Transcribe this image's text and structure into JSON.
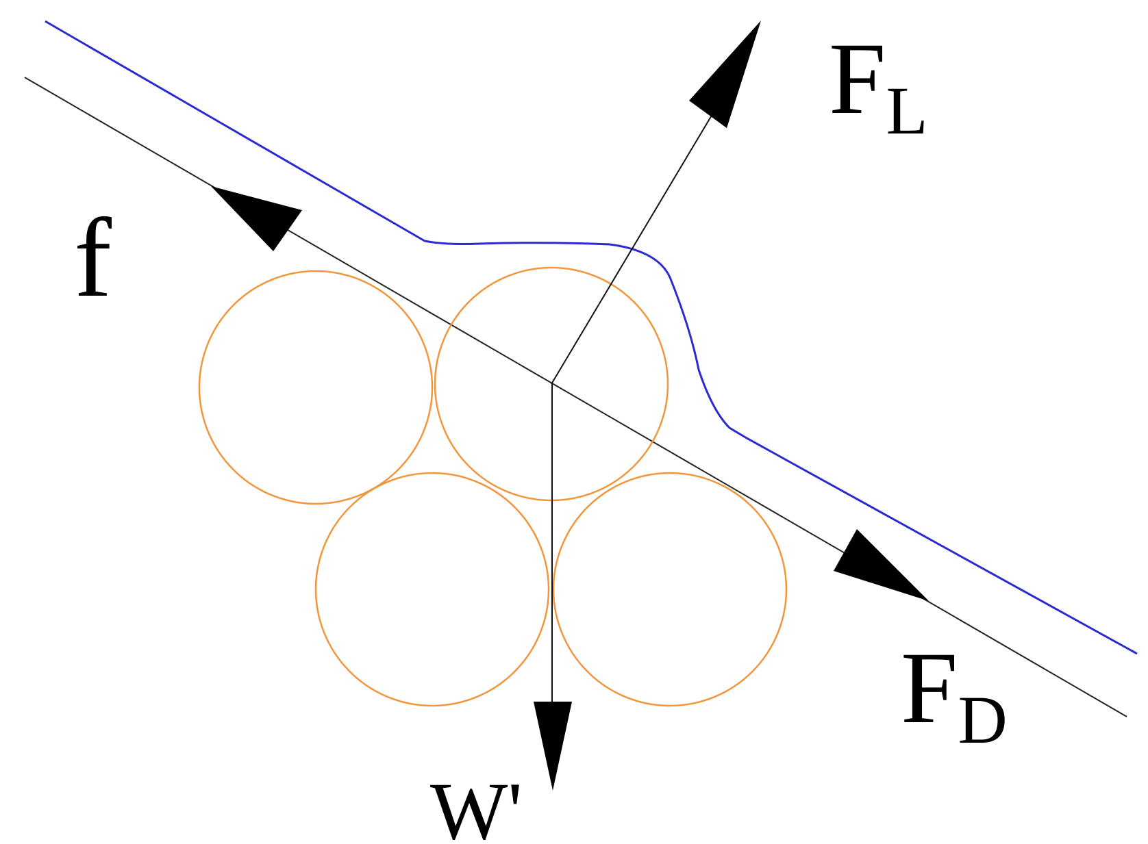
{
  "labels": {
    "lift": {
      "main": "F",
      "sub": "L"
    },
    "drag": {
      "main": "F",
      "sub": "D"
    },
    "friction": "f",
    "weight": "W'"
  },
  "colors": {
    "water_surface": "#2a2ad0",
    "bed_line": "#222222",
    "particles": "#f0963c",
    "vectors": "#000000"
  },
  "particles": {
    "count": 4
  }
}
